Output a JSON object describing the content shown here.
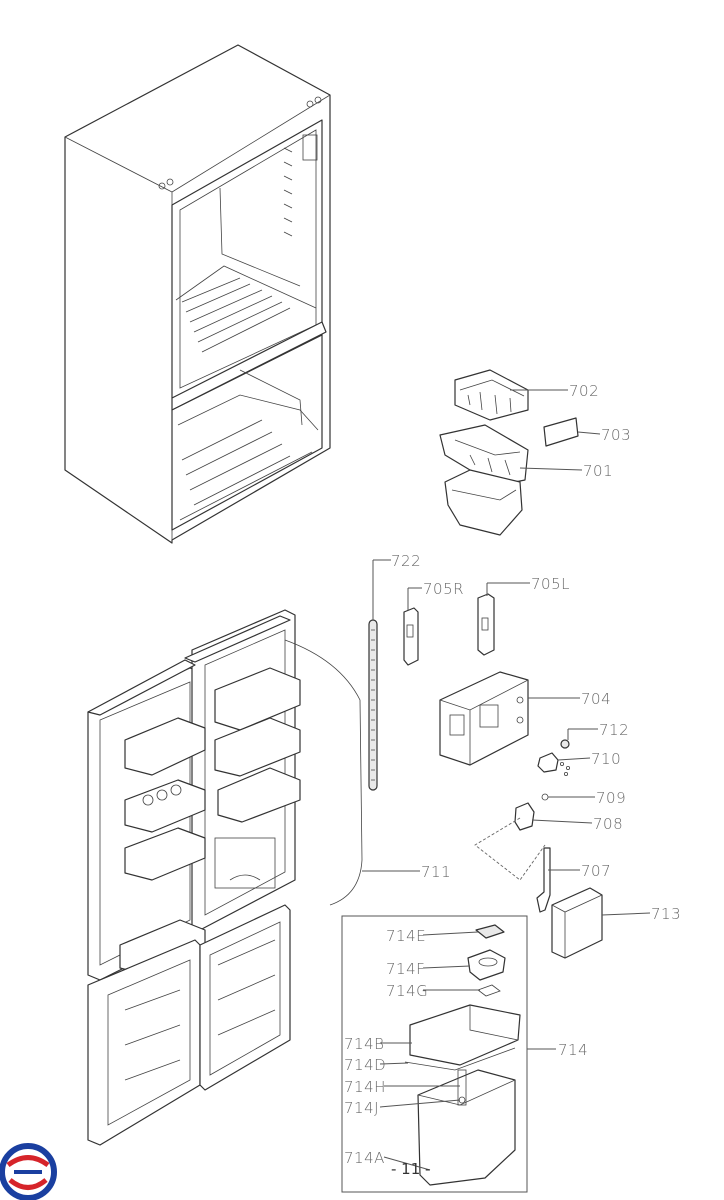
{
  "labels": {
    "p702": "702",
    "p703": "703",
    "p701": "701",
    "p722": "722",
    "p705R": "705R",
    "p705L": "705L",
    "p704": "704",
    "p712": "712",
    "p710": "710",
    "p709": "709",
    "p708": "708",
    "p707": "707",
    "p711": "711",
    "p713": "713",
    "p714": "714",
    "p714E": "714E",
    "p714F": "714F",
    "p714G": "714G",
    "p714B": "714B",
    "p714D": "714D",
    "p714H": "714H",
    "p714J": "714J",
    "p714A": "714A"
  },
  "page_number": "- 11 -",
  "logo": {
    "colors": [
      "#1a3fa0",
      "#d6242a"
    ]
  }
}
